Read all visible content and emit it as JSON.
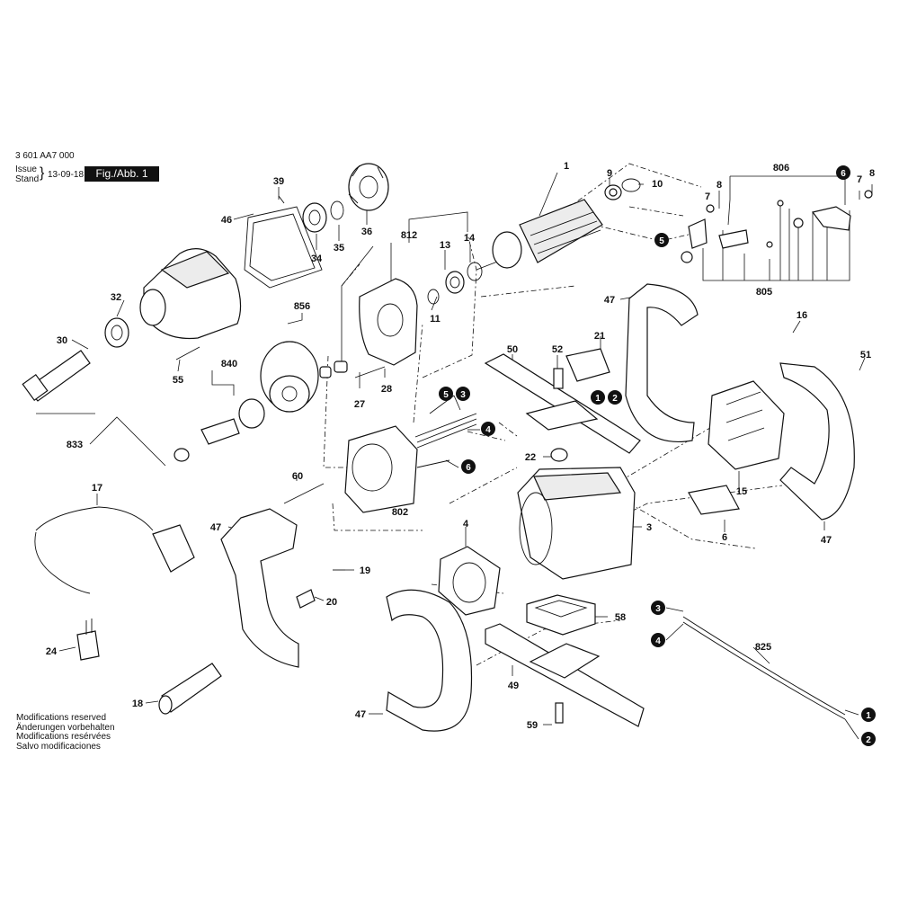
{
  "header": {
    "doc_number": "3 601 AA7 000",
    "issue_label": "Issue",
    "stand_label": "Stand",
    "date": "13-09-18",
    "fig_label": "Fig./Abb. 1"
  },
  "footer": {
    "lines": [
      "Modifications reserved",
      "Änderungen vorbehalten",
      "Modifications resérvées",
      "Salvo modificaciones"
    ]
  },
  "parts": [
    {
      "id": "p1",
      "num": "1"
    },
    {
      "id": "p9",
      "num": "9"
    },
    {
      "id": "p10",
      "num": "10"
    },
    {
      "id": "p806",
      "num": "806"
    },
    {
      "id": "p7a",
      "num": "7"
    },
    {
      "id": "p8a",
      "num": "8"
    },
    {
      "id": "p7b",
      "num": "7"
    },
    {
      "id": "p8b",
      "num": "8"
    },
    {
      "id": "p39",
      "num": "39"
    },
    {
      "id": "p46",
      "num": "46"
    },
    {
      "id": "p34",
      "num": "34"
    },
    {
      "id": "p35",
      "num": "35"
    },
    {
      "id": "p36",
      "num": "36"
    },
    {
      "id": "p812",
      "num": "812"
    },
    {
      "id": "p13",
      "num": "13"
    },
    {
      "id": "p14",
      "num": "14"
    },
    {
      "id": "p805",
      "num": "805"
    },
    {
      "id": "p32",
      "num": "32"
    },
    {
      "id": "p856",
      "num": "856"
    },
    {
      "id": "p11",
      "num": "11"
    },
    {
      "id": "p47a",
      "num": "47"
    },
    {
      "id": "p16",
      "num": "16"
    },
    {
      "id": "p30",
      "num": "30"
    },
    {
      "id": "p55",
      "num": "55"
    },
    {
      "id": "p840",
      "num": "840"
    },
    {
      "id": "p50",
      "num": "50"
    },
    {
      "id": "p52",
      "num": "52"
    },
    {
      "id": "p21",
      "num": "21"
    },
    {
      "id": "p51",
      "num": "51"
    },
    {
      "id": "p28",
      "num": "28"
    },
    {
      "id": "p27",
      "num": "27"
    },
    {
      "id": "p833",
      "num": "833"
    },
    {
      "id": "p22",
      "num": "22"
    },
    {
      "id": "p15",
      "num": "15"
    },
    {
      "id": "p60",
      "num": "60"
    },
    {
      "id": "p802",
      "num": "802"
    },
    {
      "id": "p17",
      "num": "17"
    },
    {
      "id": "p47b",
      "num": "47"
    },
    {
      "id": "p4",
      "num": "4"
    },
    {
      "id": "p3",
      "num": "3"
    },
    {
      "id": "p6",
      "num": "6"
    },
    {
      "id": "p47c",
      "num": "47"
    },
    {
      "id": "p19",
      "num": "19"
    },
    {
      "id": "p20",
      "num": "20"
    },
    {
      "id": "p58",
      "num": "58"
    },
    {
      "id": "p24",
      "num": "24"
    },
    {
      "id": "p825",
      "num": "825"
    },
    {
      "id": "p49",
      "num": "49"
    },
    {
      "id": "p18",
      "num": "18"
    },
    {
      "id": "p47d",
      "num": "47"
    },
    {
      "id": "p59",
      "num": "59"
    }
  ],
  "connectors": [
    {
      "id": "c6a",
      "num": "6"
    },
    {
      "id": "c5a",
      "num": "5"
    },
    {
      "id": "c1a",
      "num": "1"
    },
    {
      "id": "c2a",
      "num": "2"
    },
    {
      "id": "c5b",
      "num": "5"
    },
    {
      "id": "c3a",
      "num": "3"
    },
    {
      "id": "c4a",
      "num": "4"
    },
    {
      "id": "c6b",
      "num": "6"
    },
    {
      "id": "c3b",
      "num": "3"
    },
    {
      "id": "c4b",
      "num": "4"
    },
    {
      "id": "c1b",
      "num": "1"
    },
    {
      "id": "c2b",
      "num": "2"
    }
  ]
}
